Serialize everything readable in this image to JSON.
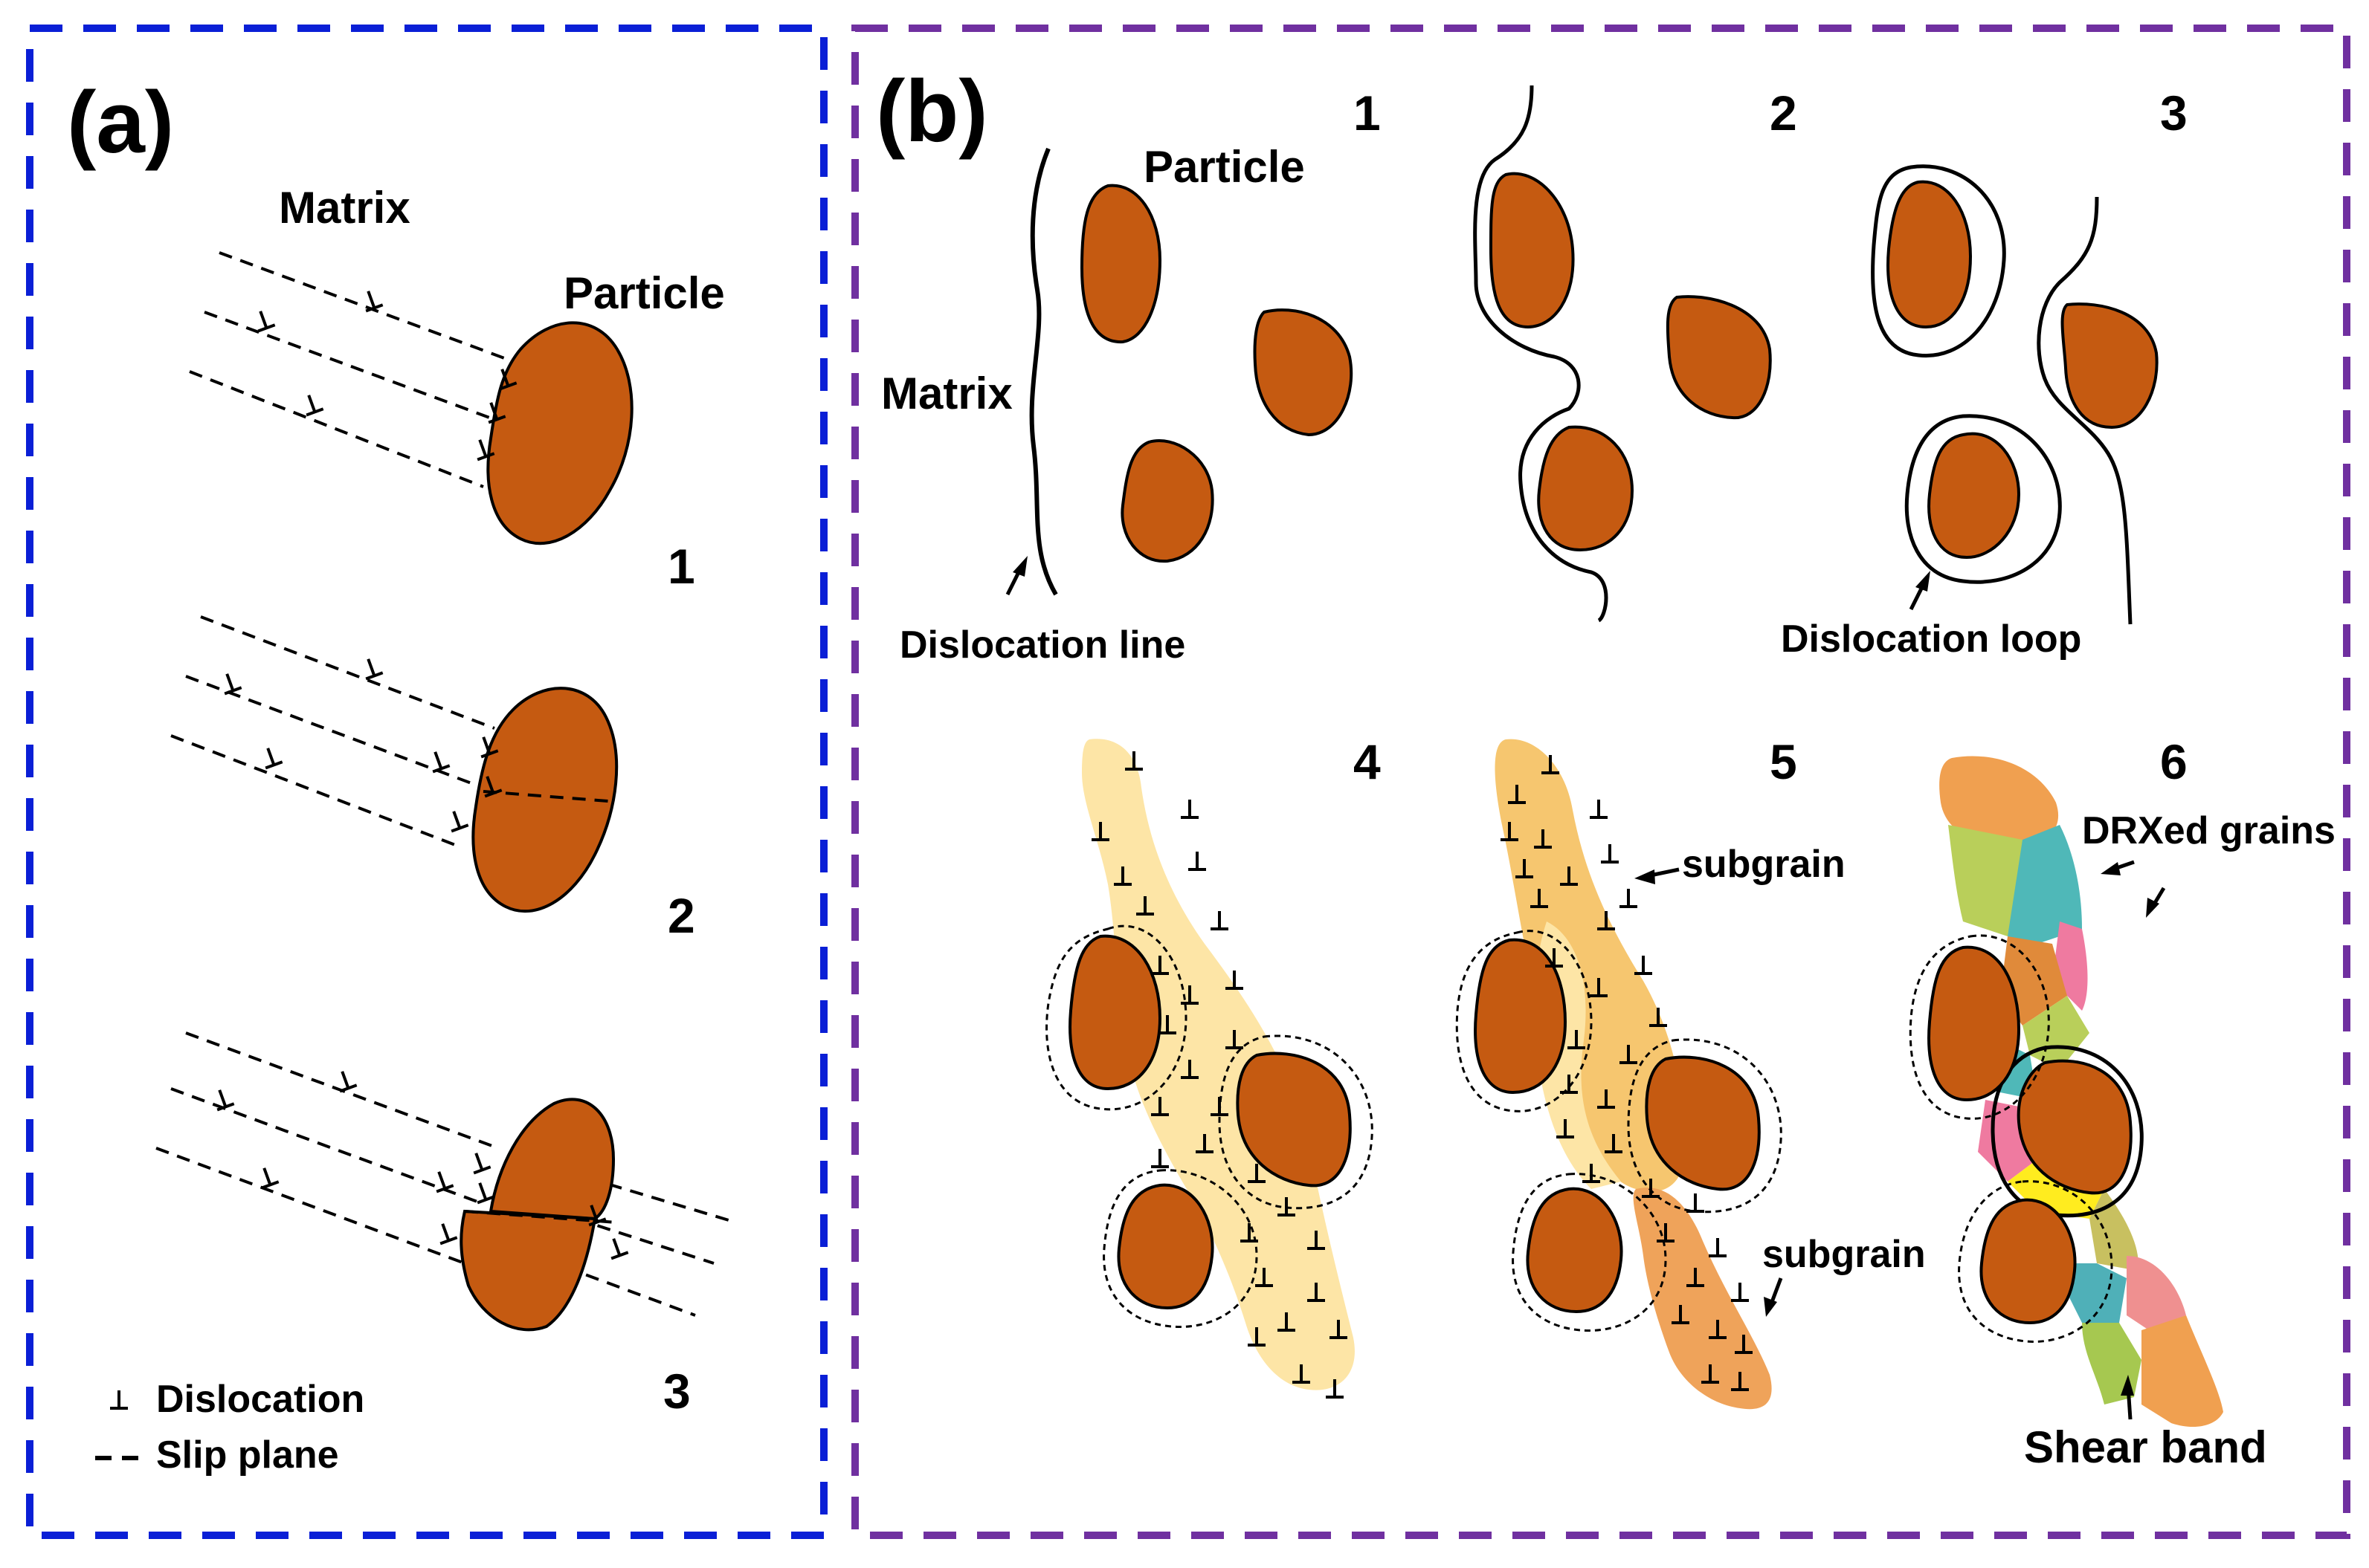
{
  "panel_a": {
    "label": "(a)",
    "matrix": "Matrix",
    "particle": "Particle",
    "steps": [
      "1",
      "2",
      "3"
    ],
    "legend": {
      "dislocation": "Dislocation",
      "slip_plane": "Slip plane",
      "dislocation_symbol": "⊥"
    }
  },
  "panel_b": {
    "label": "(b)",
    "steps": [
      "1",
      "2",
      "3",
      "4",
      "5",
      "6"
    ],
    "particle": "Particle",
    "matrix": "Matrix",
    "dislocation_line": "Dislocation line",
    "dislocation_loop": "Dislocation loop",
    "subgrain_1": "subgrain",
    "subgrain_2": "subgrain",
    "drx_grains": "DRXed grains",
    "shear_band": "Shear band"
  },
  "colors": {
    "panel_a_border": "#0a1fd6",
    "panel_b_border": "#7030a0",
    "particle": "#c55a11",
    "band_light": "#fde5a6",
    "band_mid": "#f6c66f",
    "band_dark": "#efa35a"
  }
}
